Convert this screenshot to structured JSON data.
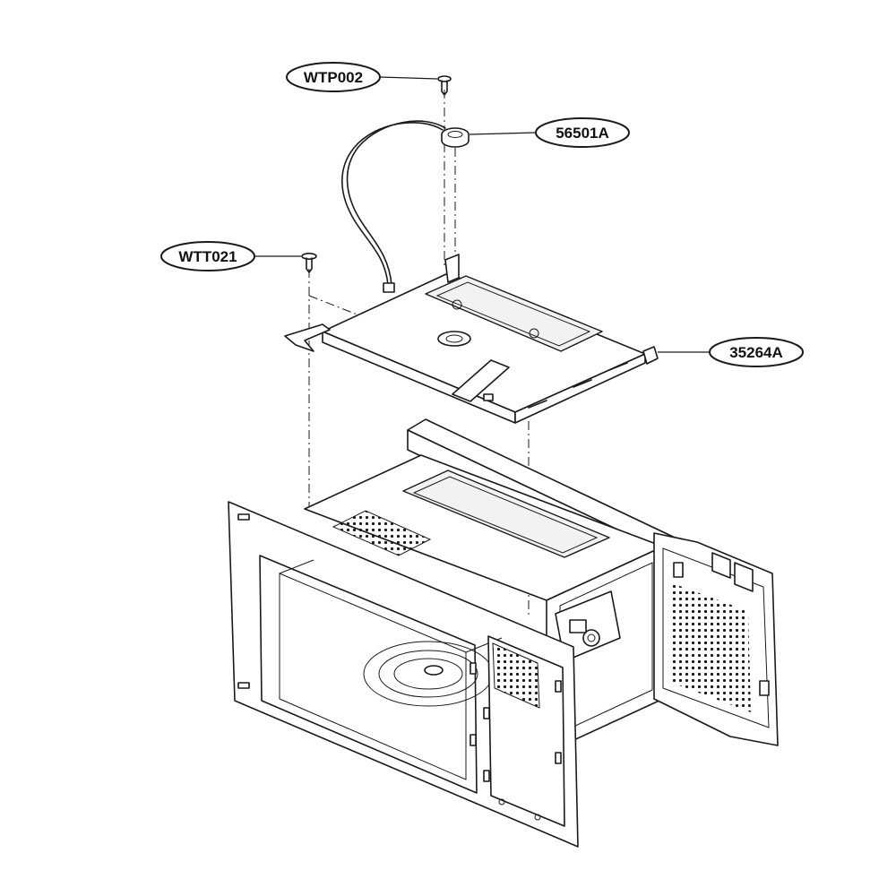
{
  "callouts": [
    {
      "id": "wtp002",
      "label": "WTP002"
    },
    {
      "id": "56501a",
      "label": "56501A"
    },
    {
      "id": "wtt021",
      "label": "WTT021"
    },
    {
      "id": "35264a",
      "label": "35264A"
    }
  ]
}
